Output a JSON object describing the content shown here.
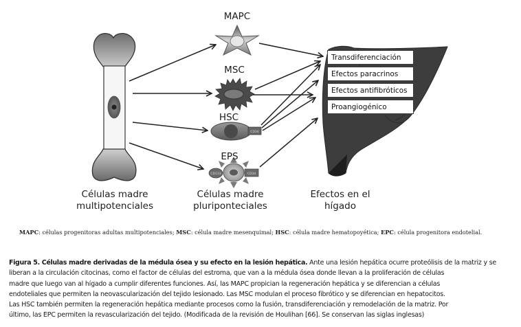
{
  "diagram": {
    "cells": [
      {
        "id": "mapc",
        "label": "MAPC"
      },
      {
        "id": "msc",
        "label": "MSC"
      },
      {
        "id": "hsc",
        "label": "HSC",
        "markers": [
          "CD34"
        ]
      },
      {
        "id": "eps",
        "label": "EPS",
        "markers": [
          "CD133",
          "CD34"
        ]
      }
    ],
    "group_labels": {
      "bone": [
        "Células madre",
        "multipotenciales"
      ],
      "cells": [
        "Células madre",
        "pluriponteciales"
      ],
      "liver": [
        "Efectos en el",
        "hígado"
      ]
    },
    "effects": [
      "Transdiferenciación",
      "Efectos paracrinos",
      "Efectos antifibróticos",
      "Proangiogénico"
    ],
    "colors": {
      "liver": "#3d3d3d",
      "arrow": "#222222",
      "cell_dark": "#555555",
      "cell_light": "#bdbdbd"
    }
  },
  "abbreviations": [
    {
      "term": "MAPC",
      "definition": ": células progenitoras adultas multipotenciales; "
    },
    {
      "term": "MSC",
      "definition": ": célula madre mesenquimal; "
    },
    {
      "term": "HSC",
      "definition": ": célula madre hematopoyética; "
    },
    {
      "term": "EPC",
      "definition": ": célula progenitora endotelial."
    }
  ],
  "caption": {
    "title": "Figura 5. Células madre derivadas de la médula ósea y su efecto en la lesión hepática.",
    "lines": [
      " Ante una lesión hepática ocurre proteólisis de la matriz y se",
      "liberan a la circulación citocinas, como el factor de células del estroma, que van a la médula ósea donde llevan a la proliferación de células",
      "madre que luego van al hígado a cumplir diferentes funciones. Así, las MAPC propician la regeneración hepática y se diferencian a células",
      "endoteliales que permiten la neovascularización del tejido lesionado. Las MSC modulan el proceso fibrótico y se diferencian en hepatocitos.",
      "Las HSC también permiten la regeneración hepática mediante procesos como la fusión, transdiferenciación y remodelación de la matriz. Por",
      "último, las EPC permiten la revascularización del tejido. (Modificada de la revisión de Houlihan [66]. Se conservan las siglas inglesas)"
    ]
  }
}
